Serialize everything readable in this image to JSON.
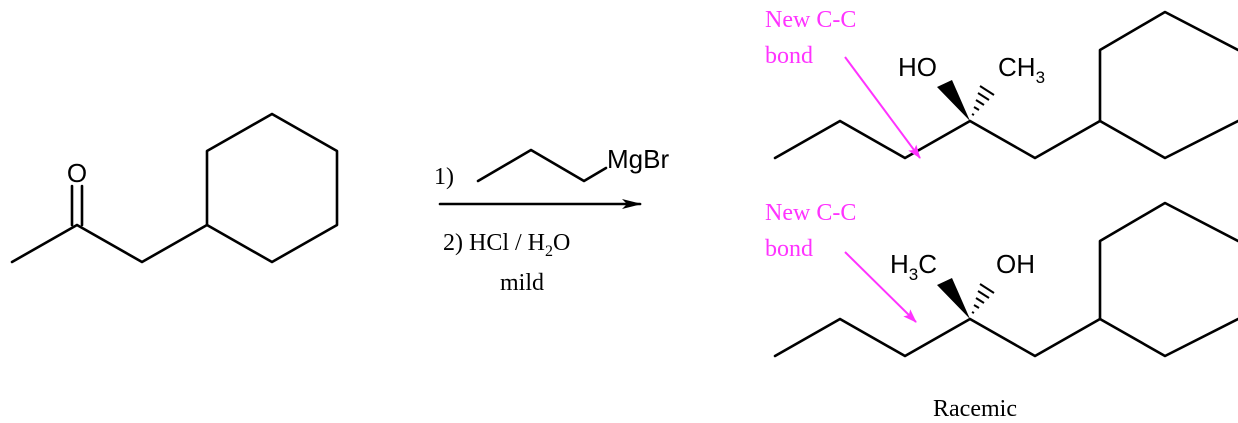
{
  "colors": {
    "ink": "#000000",
    "annotation": "#FF33FF"
  },
  "starting_material": {
    "carbonyl_atom": "O"
  },
  "reagent": {
    "step1_label": "1)",
    "grignard_group": "MgBr",
    "step2_prefix": "2) HCl / H",
    "step2_subscript": "2",
    "step2_suffix": "O",
    "condition": "mild"
  },
  "product_top": {
    "annotation_line1": "New C-C",
    "annotation_line2": "bond",
    "hydroxyl": "HO",
    "methyl_main": "CH",
    "methyl_subscript": "3"
  },
  "product_bottom": {
    "annotation_line1": "New C-C",
    "annotation_line2": "bond",
    "methyl_main": "H",
    "methyl_subscript": "3",
    "methyl_suffix": "C",
    "hydroxyl": "OH"
  },
  "result_label": "Racemic"
}
